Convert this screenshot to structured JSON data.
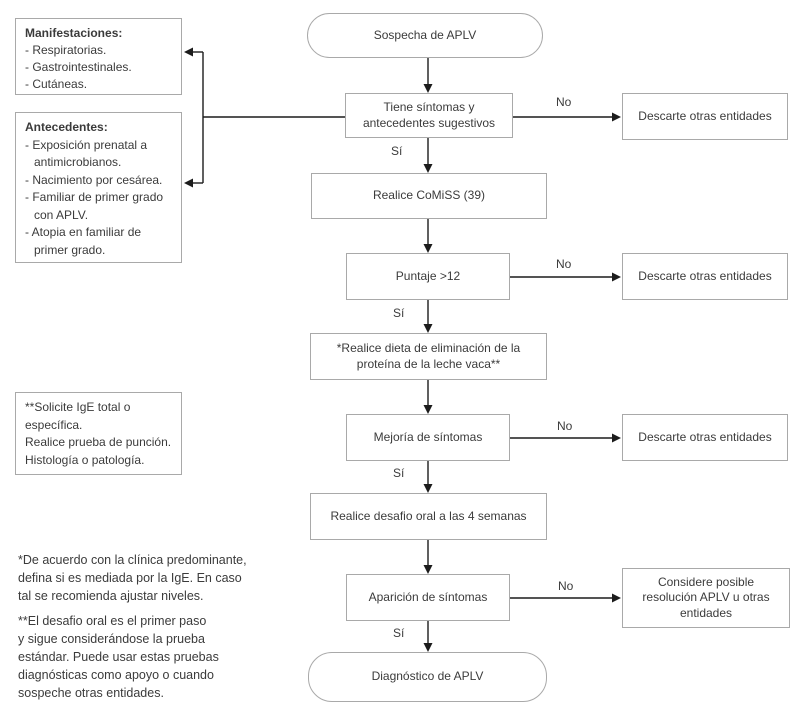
{
  "colors": {
    "background": "#ffffff",
    "box_border": "#a9a9a9",
    "text": "#3b3b3b",
    "line": "#1c1c1c"
  },
  "nodes": {
    "start": "Sospecha de APLV",
    "question_symptoms": "Tiene síntomas y antecedentes sugestivos",
    "comiss": "Realice CoMiSS (39)",
    "score": "Puntaje >12",
    "diet": "*Realice dieta de eliminación de la proteína de la leche vaca**",
    "improvement": "Mejoría de síntomas",
    "oral_challenge": "Realice desafio oral a las 4 semanas",
    "symptom_recurrence": "Aparición de síntomas",
    "end": "Diagnóstico de APLV",
    "discard": "Descarte otras entidades",
    "consider": "Considere posible resolución APLV u otras entidades"
  },
  "edge_labels": {
    "yes": "Sí",
    "no": "No"
  },
  "notes": {
    "manifestations": {
      "title": "Manifestaciones:",
      "items": [
        "- Respiratorias.",
        "- Gastrointestinales.",
        "- Cutáneas."
      ]
    },
    "antecedents": {
      "title": "Antecedentes:",
      "items": [
        "- Exposición prenatal a antimicrobianos.",
        "- Nacimiento por cesárea.",
        "- Familiar de primer grado con APLV.",
        "- Atopia en familiar de primer grado."
      ]
    },
    "ige": {
      "lines": [
        "**Solicite IgE total o específica.",
        "Realice prueba de punción.",
        "Histología o patología."
      ]
    },
    "footnote1": [
      "*De acuerdo con la clínica predominante,",
      "defina si es mediada por la IgE. En caso",
      "tal se recomienda ajustar niveles."
    ],
    "footnote2": [
      "**El desafio oral es el primer paso",
      "y sigue considerándose la prueba",
      "estándar. Puede usar estas pruebas",
      "diagnósticas como apoyo o cuando",
      "sospeche otras entidades."
    ]
  }
}
